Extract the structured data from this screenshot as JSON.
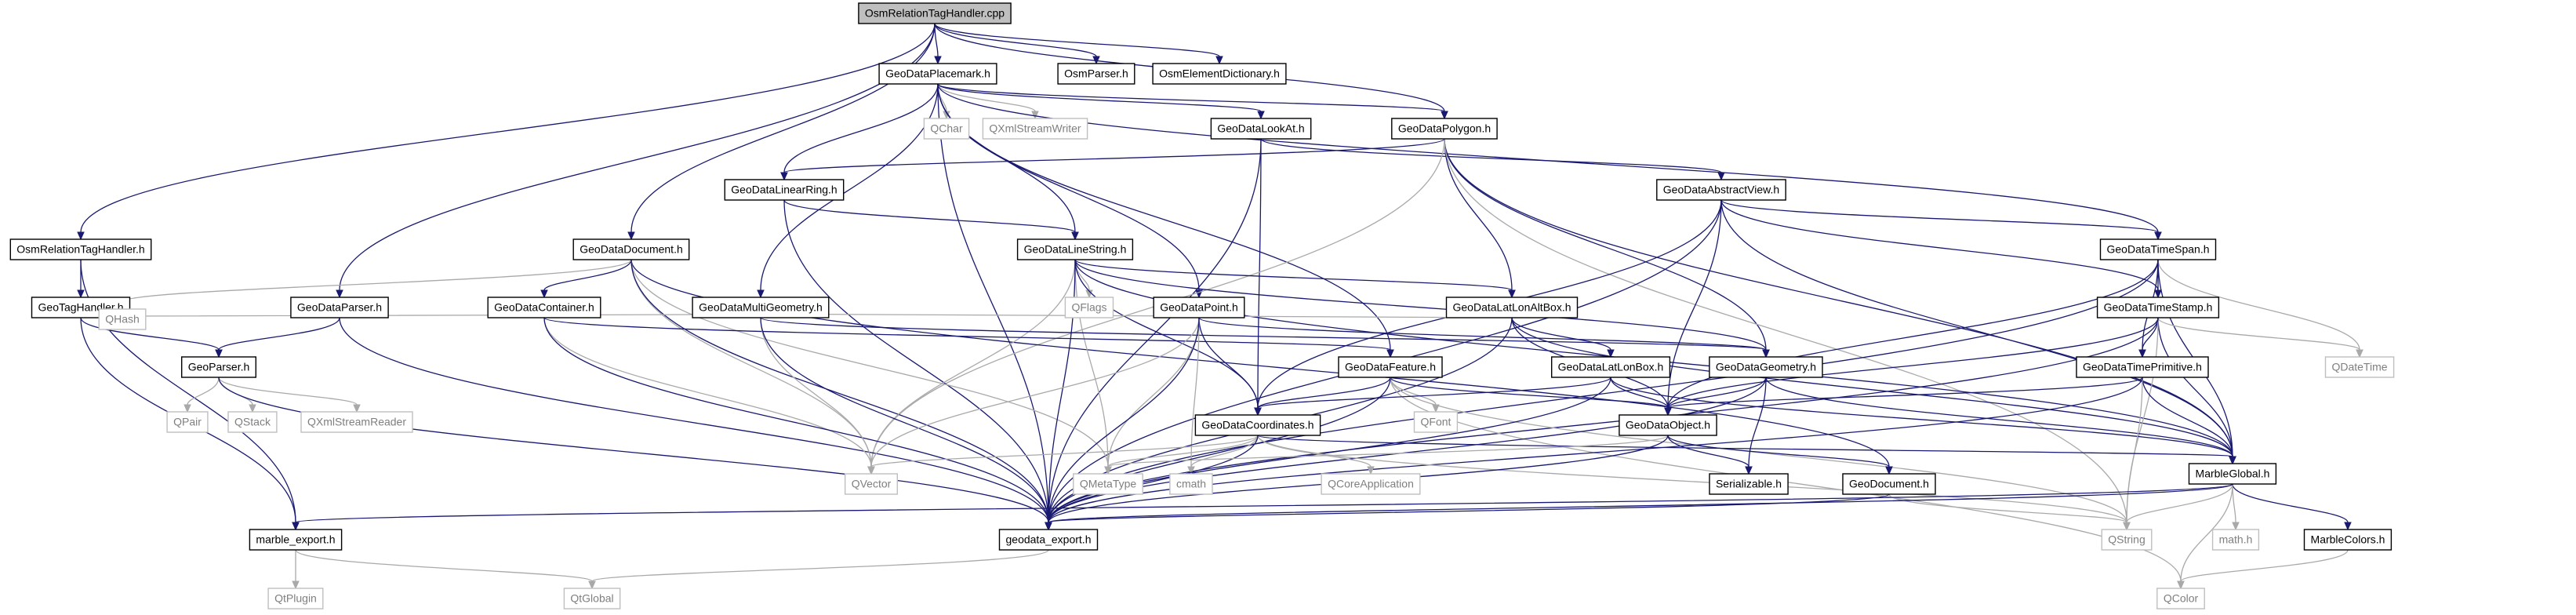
{
  "diagram": {
    "colors": {
      "background": "#ffffff",
      "main_fill": "#bfbfbf",
      "node_border": "#000000",
      "external_border": "#bfbfbf",
      "external_text": "#7f7f7f",
      "edge": "#191970",
      "edge_external": "#a9a9a9"
    },
    "nodes": {
      "OsmRelationTagHandler_cpp": {
        "label": "OsmRelationTagHandler.cpp",
        "kind": "main"
      },
      "GeoDataPlacemark_h": {
        "label": "GeoDataPlacemark.h",
        "kind": "internal"
      },
      "OsmParser_h": {
        "label": "OsmParser.h",
        "kind": "internal"
      },
      "OsmElementDictionary_h": {
        "label": "OsmElementDictionary.h",
        "kind": "internal"
      },
      "QChar": {
        "label": "QChar",
        "kind": "external"
      },
      "QXmlStreamWriter": {
        "label": "QXmlStreamWriter",
        "kind": "external"
      },
      "GeoDataLookAt_h": {
        "label": "GeoDataLookAt.h",
        "kind": "internal"
      },
      "GeoDataPolygon_h": {
        "label": "GeoDataPolygon.h",
        "kind": "internal"
      },
      "GeoDataLinearRing_h": {
        "label": "GeoDataLinearRing.h",
        "kind": "internal"
      },
      "GeoDataAbstractView_h": {
        "label": "GeoDataAbstractView.h",
        "kind": "internal"
      },
      "OsmRelationTagHandler_h": {
        "label": "OsmRelationTagHandler.h",
        "kind": "internal"
      },
      "GeoDataDocument_h": {
        "label": "GeoDataDocument.h",
        "kind": "internal"
      },
      "GeoDataLineString_h": {
        "label": "GeoDataLineString.h",
        "kind": "internal"
      },
      "GeoDataTimeSpan_h": {
        "label": "GeoDataTimeSpan.h",
        "kind": "internal"
      },
      "GeoTagHandler_h": {
        "label": "GeoTagHandler.h",
        "kind": "internal"
      },
      "GeoDataParser_h": {
        "label": "GeoDataParser.h",
        "kind": "internal"
      },
      "GeoDataContainer_h": {
        "label": "GeoDataContainer.h",
        "kind": "internal"
      },
      "GeoDataMultiGeometry_h": {
        "label": "GeoDataMultiGeometry.h",
        "kind": "internal"
      },
      "QFlags": {
        "label": "QFlags",
        "kind": "external"
      },
      "GeoDataPoint_h": {
        "label": "GeoDataPoint.h",
        "kind": "internal"
      },
      "GeoDataLatLonAltBox_h": {
        "label": "GeoDataLatLonAltBox.h",
        "kind": "internal"
      },
      "GeoDataTimeStamp_h": {
        "label": "GeoDataTimeStamp.h",
        "kind": "internal"
      },
      "QHash": {
        "label": "QHash",
        "kind": "external"
      },
      "GeoParser_h": {
        "label": "GeoParser.h",
        "kind": "internal"
      },
      "GeoDataFeature_h": {
        "label": "GeoDataFeature.h",
        "kind": "internal"
      },
      "GeoDataGeometry_h": {
        "label": "GeoDataGeometry.h",
        "kind": "internal"
      },
      "QDateTime": {
        "label": "QDateTime",
        "kind": "external"
      },
      "GeoDataLatLonBox_h": {
        "label": "GeoDataLatLonBox.h",
        "kind": "internal"
      },
      "GeoDataTimePrimitive_h": {
        "label": "GeoDataTimePrimitive.h",
        "kind": "internal"
      },
      "QPair": {
        "label": "QPair",
        "kind": "external"
      },
      "QStack": {
        "label": "QStack",
        "kind": "external"
      },
      "QXmlStreamReader": {
        "label": "QXmlStreamReader",
        "kind": "external"
      },
      "QFont": {
        "label": "QFont",
        "kind": "external"
      },
      "GeoDataCoordinates_h": {
        "label": "GeoDataCoordinates.h",
        "kind": "internal"
      },
      "GeoDataObject_h": {
        "label": "GeoDataObject.h",
        "kind": "internal"
      },
      "QVector": {
        "label": "QVector",
        "kind": "external"
      },
      "QMetaType": {
        "label": "QMetaType",
        "kind": "external"
      },
      "cmath": {
        "label": "cmath",
        "kind": "external"
      },
      "QCoreApplication": {
        "label": "QCoreApplication",
        "kind": "external"
      },
      "Serializable_h": {
        "label": "Serializable.h",
        "kind": "internal"
      },
      "GeoDocument_h": {
        "label": "GeoDocument.h",
        "kind": "internal"
      },
      "MarbleGlobal_h": {
        "label": "MarbleGlobal.h",
        "kind": "internal"
      },
      "marble_export_h": {
        "label": "marble_export.h",
        "kind": "internal"
      },
      "geodata_export_h": {
        "label": "geodata_export.h",
        "kind": "internal"
      },
      "QString": {
        "label": "QString",
        "kind": "external"
      },
      "math_h": {
        "label": "math.h",
        "kind": "external"
      },
      "MarbleColors_h": {
        "label": "MarbleColors.h",
        "kind": "internal"
      },
      "QtPlugin": {
        "label": "QtPlugin",
        "kind": "external"
      },
      "QtGlobal": {
        "label": "QtGlobal",
        "kind": "external"
      },
      "QColor": {
        "label": "QColor",
        "kind": "external"
      }
    },
    "edges": [
      [
        "OsmRelationTagHandler_cpp",
        "GeoDataPlacemark_h"
      ],
      [
        "OsmRelationTagHandler_cpp",
        "OsmParser_h"
      ],
      [
        "OsmRelationTagHandler_cpp",
        "OsmElementDictionary_h"
      ],
      [
        "OsmRelationTagHandler_cpp",
        "OsmRelationTagHandler_h"
      ],
      [
        "OsmRelationTagHandler_cpp",
        "GeoDataDocument_h"
      ],
      [
        "OsmRelationTagHandler_cpp",
        "GeoDataParser_h"
      ],
      [
        "OsmRelationTagHandler_cpp",
        "GeoDataPolygon_h"
      ],
      [
        "GeoDataPlacemark_h",
        "QChar"
      ],
      [
        "GeoDataPlacemark_h",
        "QXmlStreamWriter"
      ],
      [
        "GeoDataPlacemark_h",
        "GeoDataLookAt_h"
      ],
      [
        "GeoDataPlacemark_h",
        "GeoDataPolygon_h"
      ],
      [
        "GeoDataPlacemark_h",
        "GeoDataLinearRing_h"
      ],
      [
        "GeoDataPlacemark_h",
        "GeoDataLineString_h"
      ],
      [
        "GeoDataPlacemark_h",
        "GeoDataMultiGeometry_h"
      ],
      [
        "GeoDataPlacemark_h",
        "GeoDataPoint_h"
      ],
      [
        "GeoDataPlacemark_h",
        "GeoDataFeature_h"
      ],
      [
        "GeoDataPlacemark_h",
        "GeoDataTimeSpan_h"
      ],
      [
        "GeoDataPlacemark_h",
        "geodata_export_h"
      ],
      [
        "GeoDataLookAt_h",
        "GeoDataAbstractView_h"
      ],
      [
        "GeoDataLookAt_h",
        "GeoDataCoordinates_h"
      ],
      [
        "GeoDataLookAt_h",
        "geodata_export_h"
      ],
      [
        "GeoDataPolygon_h",
        "GeoDataLinearRing_h"
      ],
      [
        "GeoDataPolygon_h",
        "GeoDataGeometry_h"
      ],
      [
        "GeoDataPolygon_h",
        "GeoDataLatLonAltBox_h"
      ],
      [
        "GeoDataPolygon_h",
        "QVector"
      ],
      [
        "GeoDataPolygon_h",
        "MarbleGlobal_h"
      ],
      [
        "GeoDataPolygon_h",
        "QString"
      ],
      [
        "GeoDataLinearRing_h",
        "GeoDataLineString_h"
      ],
      [
        "GeoDataLinearRing_h",
        "geodata_export_h"
      ],
      [
        "GeoDataAbstractView_h",
        "GeoDataObject_h"
      ],
      [
        "GeoDataAbstractView_h",
        "GeoDataCoordinates_h"
      ],
      [
        "GeoDataAbstractView_h",
        "GeoDataTimeSpan_h"
      ],
      [
        "GeoDataAbstractView_h",
        "GeoDataTimeStamp_h"
      ],
      [
        "GeoDataAbstractView_h",
        "MarbleGlobal_h"
      ],
      [
        "GeoDataAbstractView_h",
        "geodata_export_h"
      ],
      [
        "OsmRelationTagHandler_h",
        "GeoTagHandler_h"
      ],
      [
        "OsmRelationTagHandler_h",
        "marble_export_h"
      ],
      [
        "GeoDataDocument_h",
        "GeoDataContainer_h"
      ],
      [
        "GeoDataDocument_h",
        "GeoDocument_h"
      ],
      [
        "GeoDataDocument_h",
        "QHash"
      ],
      [
        "GeoDataDocument_h",
        "QVector"
      ],
      [
        "GeoDataDocument_h",
        "QMetaType"
      ],
      [
        "GeoDataDocument_h",
        "geodata_export_h"
      ],
      [
        "GeoDataLineString_h",
        "GeoDataGeometry_h"
      ],
      [
        "GeoDataLineString_h",
        "GeoDataLatLonAltBox_h"
      ],
      [
        "GeoDataLineString_h",
        "QFlags"
      ],
      [
        "GeoDataLineString_h",
        "QVector"
      ],
      [
        "GeoDataLineString_h",
        "QMetaType"
      ],
      [
        "GeoDataLineString_h",
        "MarbleGlobal_h"
      ],
      [
        "GeoDataLineString_h",
        "GeoDataCoordinates_h"
      ],
      [
        "GeoDataLineString_h",
        "geodata_export_h"
      ],
      [
        "GeoDataTimeSpan_h",
        "GeoDataTimeStamp_h"
      ],
      [
        "GeoDataTimeSpan_h",
        "GeoDataTimePrimitive_h"
      ],
      [
        "GeoDataTimeSpan_h",
        "QDateTime"
      ],
      [
        "GeoDataTimeSpan_h",
        "GeoDataObject_h"
      ],
      [
        "GeoDataTimeSpan_h",
        "MarbleGlobal_h"
      ],
      [
        "GeoDataTimeSpan_h",
        "geodata_export_h"
      ],
      [
        "GeoTagHandler_h",
        "QHash"
      ],
      [
        "GeoTagHandler_h",
        "GeoParser_h"
      ],
      [
        "GeoTagHandler_h",
        "marble_export_h"
      ],
      [
        "GeoDataParser_h",
        "GeoParser_h"
      ],
      [
        "GeoDataParser_h",
        "geodata_export_h"
      ],
      [
        "GeoDataContainer_h",
        "GeoDataFeature_h"
      ],
      [
        "GeoDataContainer_h",
        "QVector"
      ],
      [
        "GeoDataContainer_h",
        "geodata_export_h"
      ],
      [
        "GeoDataMultiGeometry_h",
        "GeoDataGeometry_h"
      ],
      [
        "GeoDataMultiGeometry_h",
        "QVector"
      ],
      [
        "GeoDataMultiGeometry_h",
        "geodata_export_h"
      ],
      [
        "GeoDataPoint_h",
        "GeoDataCoordinates_h"
      ],
      [
        "GeoDataPoint_h",
        "GeoDataGeometry_h"
      ],
      [
        "GeoDataPoint_h",
        "QMetaType"
      ],
      [
        "GeoDataPoint_h",
        "QVector"
      ],
      [
        "GeoDataPoint_h",
        "cmath"
      ],
      [
        "GeoDataPoint_h",
        "geodata_export_h"
      ],
      [
        "GeoDataLatLonAltBox_h",
        "GeoDataLatLonBox_h"
      ],
      [
        "GeoDataLatLonAltBox_h",
        "GeoDataObject_h"
      ],
      [
        "GeoDataLatLonAltBox_h",
        "MarbleGlobal_h"
      ],
      [
        "GeoDataLatLonAltBox_h",
        "geodata_export_h"
      ],
      [
        "GeoDataLatLonAltBox_h",
        "QHash"
      ],
      [
        "GeoDataTimeStamp_h",
        "GeoDataTimePrimitive_h"
      ],
      [
        "GeoDataTimeStamp_h",
        "QDateTime"
      ],
      [
        "GeoDataTimeStamp_h",
        "GeoDataObject_h"
      ],
      [
        "GeoDataTimeStamp_h",
        "MarbleGlobal_h"
      ],
      [
        "GeoDataTimeStamp_h",
        "QString"
      ],
      [
        "GeoDataTimeStamp_h",
        "geodata_export_h"
      ],
      [
        "GeoParser_h",
        "QPair"
      ],
      [
        "GeoParser_h",
        "QStack"
      ],
      [
        "GeoParser_h",
        "QXmlStreamReader"
      ],
      [
        "GeoParser_h",
        "geodata_export_h"
      ],
      [
        "GeoDataFeature_h",
        "GeoDataObject_h"
      ],
      [
        "GeoDataFeature_h",
        "GeoDataCoordinates_h"
      ],
      [
        "GeoDataFeature_h",
        "QFont"
      ],
      [
        "GeoDataFeature_h",
        "QColor"
      ],
      [
        "GeoDataFeature_h",
        "QString"
      ],
      [
        "GeoDataFeature_h",
        "geodata_export_h"
      ],
      [
        "GeoDataGeometry_h",
        "GeoDataObject_h"
      ],
      [
        "GeoDataGeometry_h",
        "Serializable_h"
      ],
      [
        "GeoDataGeometry_h",
        "MarbleGlobal_h"
      ],
      [
        "GeoDataGeometry_h",
        "geodata_export_h"
      ],
      [
        "GeoDataLatLonBox_h",
        "GeoDataObject_h"
      ],
      [
        "GeoDataLatLonBox_h",
        "GeoDataCoordinates_h"
      ],
      [
        "GeoDataLatLonBox_h",
        "MarbleGlobal_h"
      ],
      [
        "GeoDataLatLonBox_h",
        "geodata_export_h"
      ],
      [
        "GeoDataTimePrimitive_h",
        "GeoDataObject_h"
      ],
      [
        "GeoDataTimePrimitive_h",
        "MarbleGlobal_h"
      ],
      [
        "GeoDataTimePrimitive_h",
        "QString"
      ],
      [
        "GeoDataTimePrimitive_h",
        "geodata_export_h"
      ],
      [
        "GeoDataCoordinates_h",
        "QCoreApplication"
      ],
      [
        "GeoDataCoordinates_h",
        "QMetaType"
      ],
      [
        "GeoDataCoordinates_h",
        "QVector"
      ],
      [
        "GeoDataCoordinates_h",
        "cmath"
      ],
      [
        "GeoDataCoordinates_h",
        "QString"
      ],
      [
        "GeoDataCoordinates_h",
        "MarbleGlobal_h"
      ],
      [
        "GeoDataCoordinates_h",
        "geodata_export_h"
      ],
      [
        "GeoDataObject_h",
        "Serializable_h"
      ],
      [
        "GeoDataObject_h",
        "GeoDocument_h"
      ],
      [
        "GeoDataObject_h",
        "QMetaType"
      ],
      [
        "GeoDataObject_h",
        "geodata_export_h"
      ],
      [
        "GeoDocument_h",
        "QString"
      ],
      [
        "GeoDocument_h",
        "geodata_export_h"
      ],
      [
        "MarbleGlobal_h",
        "math_h"
      ],
      [
        "MarbleGlobal_h",
        "MarbleColors_h"
      ],
      [
        "MarbleGlobal_h",
        "QString"
      ],
      [
        "MarbleGlobal_h",
        "QColor"
      ],
      [
        "MarbleGlobal_h",
        "marble_export_h"
      ],
      [
        "MarbleGlobal_h",
        "geodata_export_h"
      ],
      [
        "MarbleColors_h",
        "QColor"
      ],
      [
        "marble_export_h",
        "QtPlugin"
      ],
      [
        "marble_export_h",
        "QtGlobal"
      ],
      [
        "geodata_export_h",
        "QtGlobal"
      ]
    ]
  }
}
